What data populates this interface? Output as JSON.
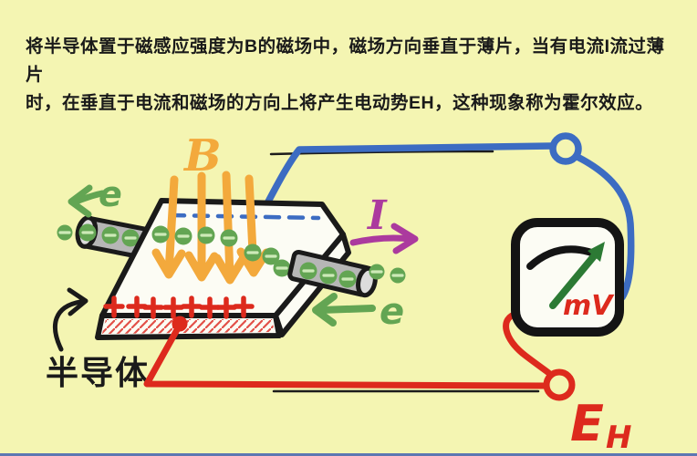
{
  "background_color": "#f4f5b2",
  "caption": {
    "line1": "将半导体置于磁感应强度为B的磁场中，磁场方向垂直于薄片，当有电流I流过薄片",
    "line2": "时，在垂直于电流和磁场的方向上将产生电动势EH，这种现象称为霍尔效应。"
  },
  "diagram": {
    "labels": {
      "magnetic_field": "B",
      "electron_in": "e",
      "electron_out": "e",
      "current": "I",
      "semiconductor": "半导体",
      "meter_unit": "mV",
      "hall_emf_symbol": "E",
      "hall_emf_subscript": "H"
    },
    "colors": {
      "magnetic_field": "#f3a93c",
      "electron": "#63a553",
      "current": "#ab3a9e",
      "wire_blue": "#3c6cc2",
      "wire_red": "#dd2a1d",
      "needle_green": "#2c7a34",
      "rod_gray": "#b6b6b6",
      "plus_red": "#dd2a1d",
      "outline_black": "#1a1a1a",
      "bottom_strip": "#5d77b2"
    },
    "counts": {
      "field_arrow_count": 4,
      "plus_sign_count": 8
    }
  }
}
